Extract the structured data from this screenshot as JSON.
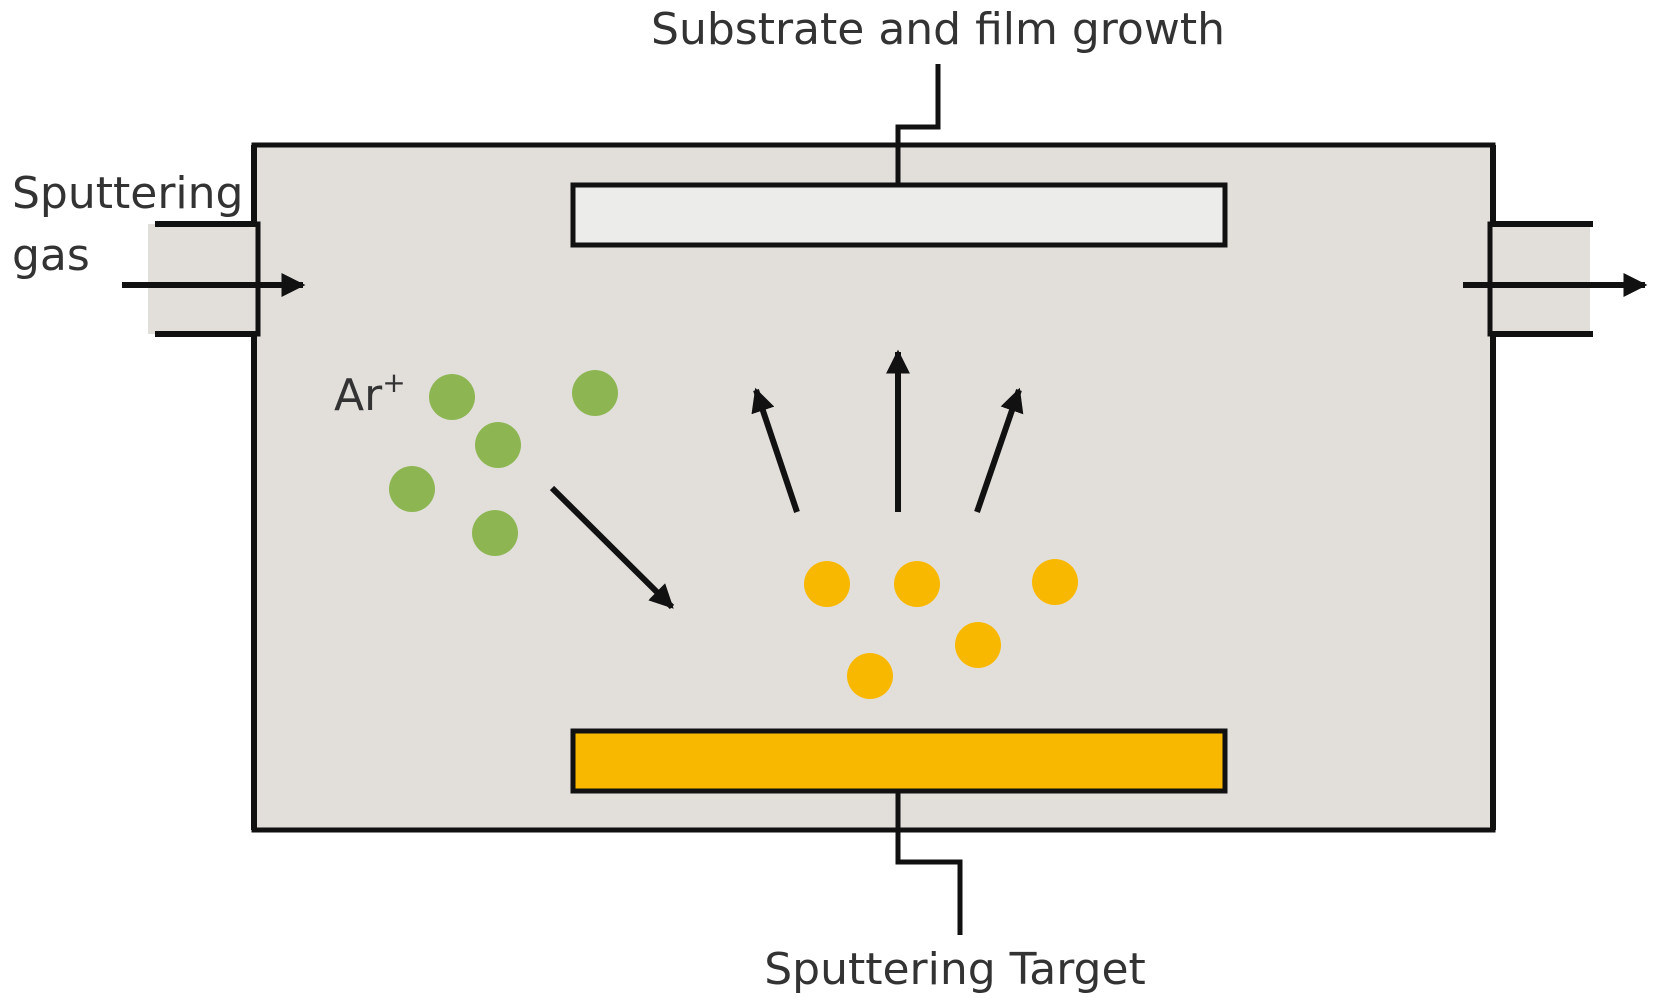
{
  "labels": {
    "substrate": "Substrate and film growth",
    "gas_line1": "Sputtering",
    "gas_line2": "gas",
    "ion_base": "Ar",
    "ion_charge": "+",
    "target": "Sputtering Target"
  },
  "colors": {
    "chamber_fill": "#e2dfdb",
    "outline": "#111111",
    "substrate_fill": "#ececea",
    "target_fill": "#f9b800",
    "ion_particle": "#8db653",
    "sputtered_particle": "#f9b800"
  }
}
